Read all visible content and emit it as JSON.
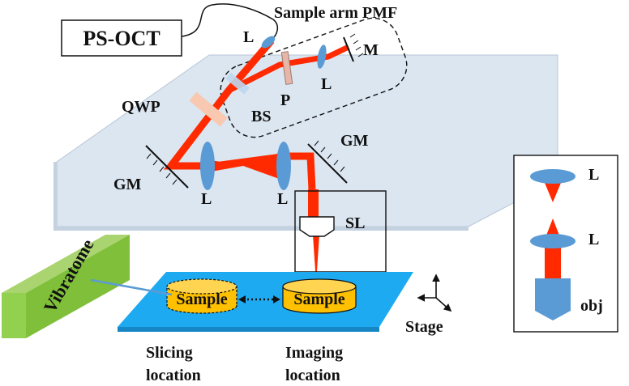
{
  "labels": {
    "ps_oct": "PS-OCT",
    "sample_arm_pmf": "Sample arm PMF",
    "lens": "L",
    "mirror": "M",
    "polarizer": "P",
    "beam_splitter": "BS",
    "qwp": "QWP",
    "galvo_mirror": "GM",
    "scan_lens": "SL",
    "vibratome": "Vibratome",
    "sample": "Sample",
    "stage": "Stage",
    "slicing_location_line1": "Slicing",
    "slicing_location_line2": "location",
    "imaging_location_line1": "Imaging",
    "imaging_location_line2": "location",
    "objective": "obj"
  },
  "colors": {
    "beam": "#ff2a00",
    "lens": "#5b9bd5",
    "table_top": "#dbe6f1",
    "stage_blue": "#1eaaf1",
    "sample_gold": "#ffc000",
    "vibratome_green": "#92d050",
    "qwp": "#f8c8b0",
    "polarizer": "#e6b7a8"
  }
}
